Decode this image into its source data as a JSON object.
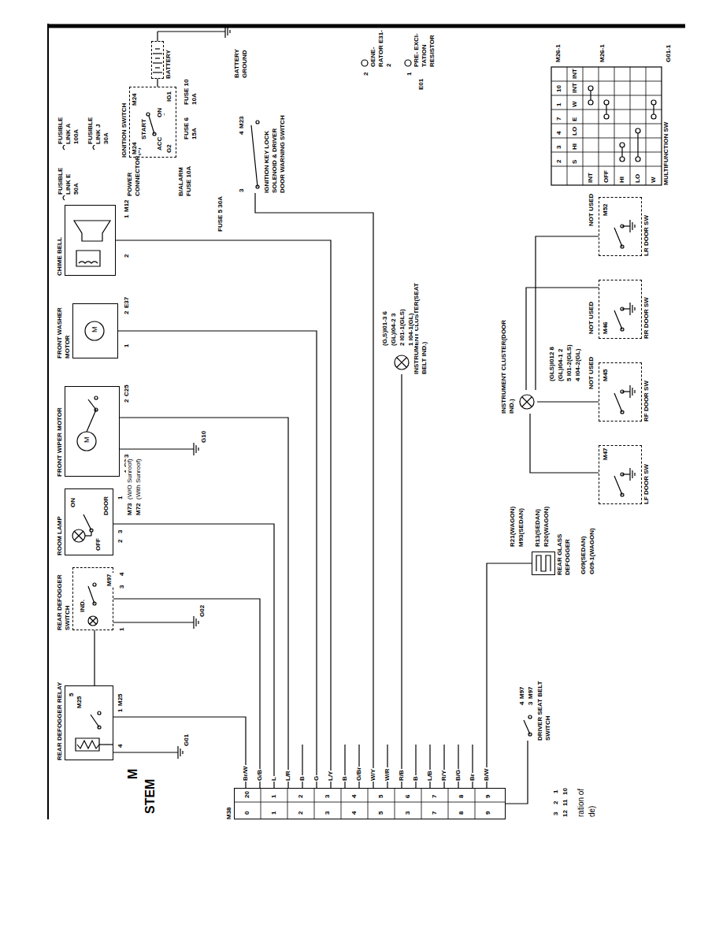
{
  "diagram": {
    "nodes": [
      {
        "text": [
          "REAR DEFOGGER RELAY"
        ]
      },
      {
        "text": [
          "REAR DEFOGGER SWITCH"
        ]
      },
      {
        "text": [
          "ROOM LAMP"
        ]
      },
      {
        "text": [
          "FRONT WIPER MOTOR"
        ]
      },
      {
        "text": [
          "FRONT WASHER MOTOR"
        ]
      },
      {
        "text": [
          "CHIME BELL"
        ]
      },
      {
        "text": [
          "IGNITION SWITCH"
        ]
      },
      {
        "text": [
          "BATTERY"
        ]
      },
      {
        "text": [
          "IGNITION KEY LOCK SOLENOID & DRIVER DOOR WARNING SWITCH"
        ]
      },
      {
        "text": [
          "GENE- RATOR E31-2"
        ]
      },
      {
        "text": [
          "PRE- EXCI- TATION RESISTOR"
        ]
      },
      {
        "text": [
          "MULTIFUNCTION SW"
        ]
      },
      {
        "text": [
          "INSTRUMENT CLUSTER(SEAT BELT IND.)"
        ]
      },
      {
        "text": [
          "INSTRUMENT CLUSTER(DOOR IND.)"
        ]
      },
      {
        "text": [
          "REAR GLASS DEFOGGER"
        ]
      },
      {
        "text": [
          "LF DOOR SW"
        ]
      },
      {
        "text": [
          "RF DOOR SW"
        ]
      },
      {
        "text": [
          "RR DOOR SW"
        ]
      },
      {
        "text": [
          "LR DOOR SW"
        ]
      },
      {
        "text": [
          "DRIVER SEAT BELT SWITCH"
        ]
      },
      {
        "text": [
          "M38"
        ]
      }
    ],
    "edges": [
      {
        "from": 20,
        "to": 0,
        "arrow": "none"
      },
      {
        "from": 20,
        "to": 1,
        "arrow": "none"
      },
      {
        "from": 20,
        "to": 2,
        "arrow": "none"
      },
      {
        "from": 20,
        "to": 3,
        "arrow": "none"
      },
      {
        "from": 20,
        "to": 4,
        "arrow": "none"
      },
      {
        "from": 20,
        "to": 5,
        "arrow": "none"
      },
      {
        "from": 20,
        "to": 8,
        "arrow": "none"
      },
      {
        "from": 20,
        "to": 12,
        "arrow": "none"
      },
      {
        "from": 20,
        "to": 14,
        "arrow": "none"
      },
      {
        "from": 19,
        "to": 20,
        "arrow": "none"
      },
      {
        "from": 15,
        "to": 13,
        "arrow": "none"
      },
      {
        "from": 16,
        "to": 13,
        "arrow": "none"
      },
      {
        "from": 17,
        "to": 13,
        "arrow": "none"
      },
      {
        "from": 18,
        "to": 13,
        "arrow": "none"
      },
      {
        "from": 7,
        "to": 6,
        "arrow": "none"
      },
      {
        "from": 1,
        "to": 0,
        "arrow": "none"
      }
    ],
    "labels": [
      "M",
      "STEM",
      "Br/W",
      "G/B",
      "L",
      "L/R",
      "B",
      "G",
      "L/Y",
      "B",
      "G/Br",
      "W/Y",
      "W/R",
      "R/B",
      "B",
      "L/B",
      "R/Y",
      "B/G",
      "Br",
      "B/W",
      "20",
      "1",
      "2",
      "3",
      "4",
      "5",
      "6",
      "7",
      "8",
      "9",
      "0",
      "1",
      "2",
      "3",
      "4",
      "5",
      "3",
      "7",
      "8",
      "9",
      "3",
      "2",
      "1",
      "12",
      "11",
      "10",
      "ration of",
      "de)",
      "FUSIBLE LINK A 100A",
      "FUSIBLE LINK J 30A",
      "FUSIBLE LINK E 50A",
      "POWER CONNECTOR(L)",
      "B/ALARM FUSE 10A",
      "FUSE 5 30A",
      "FUSE 6 15A",
      "FUSE 10 10A",
      "M24",
      "M24",
      "START",
      "ACC",
      "ON",
      "G2",
      "IG1",
      "BATTERY GROUND",
      "3",
      "4",
      "M23",
      "2",
      "1",
      "E01",
      "2",
      "1",
      "M12",
      "1",
      "2",
      "E37",
      "4",
      "C25",
      "3",
      "2",
      "C25",
      "G10",
      "ON",
      "OFF",
      "DOOR",
      "2",
      "3",
      "1",
      "M73",
      "(W/O Sunroof)",
      "M72",
      "(With Sunroof)",
      "IND.",
      "M97",
      "1",
      "3",
      "4",
      "5",
      "M25",
      "4",
      "1",
      "M25",
      "G01",
      "G02",
      "4",
      "M97",
      "3",
      "M97",
      "R21(WAGON)",
      "M93(SEDAN)",
      "R13(SEDAN)",
      "R20(WAGON)",
      "G09(SEDAN)",
      "G09-1(WAGON)",
      "(G,S)I01-3 6",
      "(GL)I04-2 3",
      "2 I01-1(GLS)",
      "1 I04-1(GL)",
      "(GLS)I012 8",
      "(GL)I04-1 2",
      "5 I01-2(GLS)",
      "4 I04-2(GL)",
      "M47",
      "NOT USED",
      "M45",
      "NOT USED",
      "M46",
      "NOT USED",
      "M52",
      "M26-1",
      "M26-1",
      "G01-1",
      "2",
      "3",
      "4",
      "7",
      "1",
      "10",
      "S",
      "HI",
      "LO",
      "E",
      "W",
      "INT",
      "INT",
      "INT",
      "OFF",
      "HI",
      "LO",
      "W",
      "M",
      "M"
    ]
  }
}
